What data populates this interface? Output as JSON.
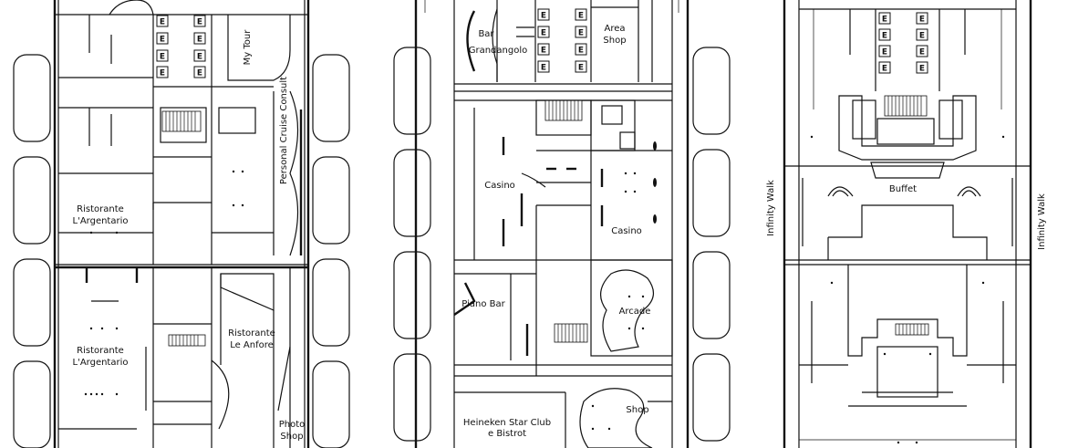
{
  "labels": {
    "my_tour": "My Tour",
    "personal_cruise_consult": "Personal Cruise Consult",
    "ristorante_argentario_upper_1": "Ristorante",
    "ristorante_argentario_upper_2": "L'Argentario",
    "ristorante_argentario_lower_1": "Ristorante",
    "ristorante_argentario_lower_2": "L'Argentario",
    "ristorante_anfore_1": "Ristorante",
    "ristorante_anfore_2": "Le Anfore",
    "photo_shop_1": "Photo",
    "photo_shop_2": "Shop",
    "bar_grandangolo_1": "Bar",
    "bar_grandangolo_2": "Grandangolo",
    "area_shop_1": "Area",
    "area_shop_2": "Shop",
    "casino_left": "Casino",
    "casino_right": "Casino",
    "piano_bar": "Piano Bar",
    "arcade": "Arcade",
    "heineken_1": "Heineken Star Club",
    "heineken_2": "e Bistrot",
    "shop": "Shop",
    "buffet": "Buffet",
    "infinity_walk_left": "Infinity Walk",
    "infinity_walk_right": "Infinity Walk",
    "elevator_letter": "E"
  }
}
